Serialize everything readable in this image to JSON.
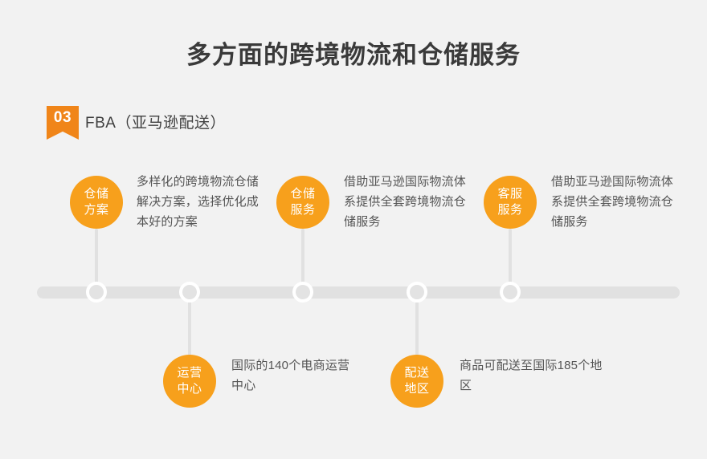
{
  "page": {
    "title": "多方面的跨境物流和仓储服务",
    "background_color": "#f2f2f2",
    "accent_color": "#F7A01C",
    "badge_color": "#F08519",
    "rail_color": "#e1e1e1",
    "text_color": "#555555",
    "title_color": "#3a3a3a"
  },
  "section": {
    "number": "03",
    "label": "FBA（亚马逊配送）"
  },
  "timeline": {
    "nodes_count": 5,
    "items": [
      {
        "id": "warehouse-solution",
        "position": "above",
        "bubble_line1": "仓储",
        "bubble_line2": "方案",
        "description": "多样化的跨境物流仓储解决方案，选择优化成本好的方案"
      },
      {
        "id": "operation-center",
        "position": "below",
        "bubble_line1": "运营",
        "bubble_line2": "中心",
        "description": "国际的140个电商运营中心"
      },
      {
        "id": "warehouse-service",
        "position": "above",
        "bubble_line1": "仓储",
        "bubble_line2": "服务",
        "description": "借助亚马逊国际物流体系提供全套跨境物流仓储服务"
      },
      {
        "id": "delivery-region",
        "position": "below",
        "bubble_line1": "配送",
        "bubble_line2": "地区",
        "description": "商品可配送至国际185个地区"
      },
      {
        "id": "customer-service",
        "position": "above",
        "bubble_line1": "客服",
        "bubble_line2": "服务",
        "description": "借助亚马逊国际物流体系提供全套跨境物流仓储服务"
      }
    ]
  }
}
